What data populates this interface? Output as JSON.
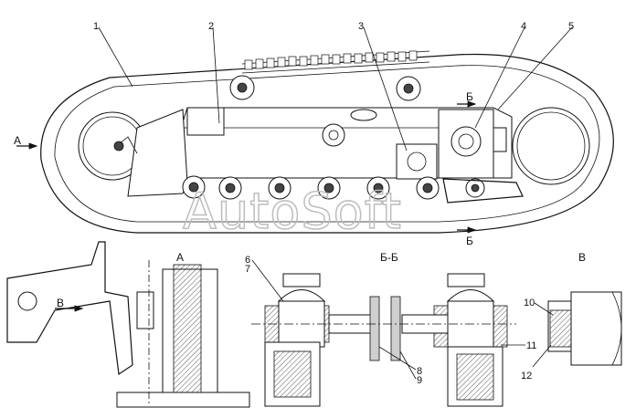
{
  "callouts": {
    "c1": "1",
    "c2": "2",
    "c3": "3",
    "c4": "4",
    "c5": "5",
    "c6": "6",
    "c7": "7",
    "c8": "8",
    "c9": "9",
    "c10": "10",
    "c11": "11",
    "c12": "12"
  },
  "views": {
    "view_a": "А",
    "view_bb": "Б-Б",
    "view_v": "В",
    "arrow_a": "А",
    "arrow_b": "В",
    "section_top": "Б",
    "section_bottom": "Б"
  },
  "watermark": "AutoSoft"
}
